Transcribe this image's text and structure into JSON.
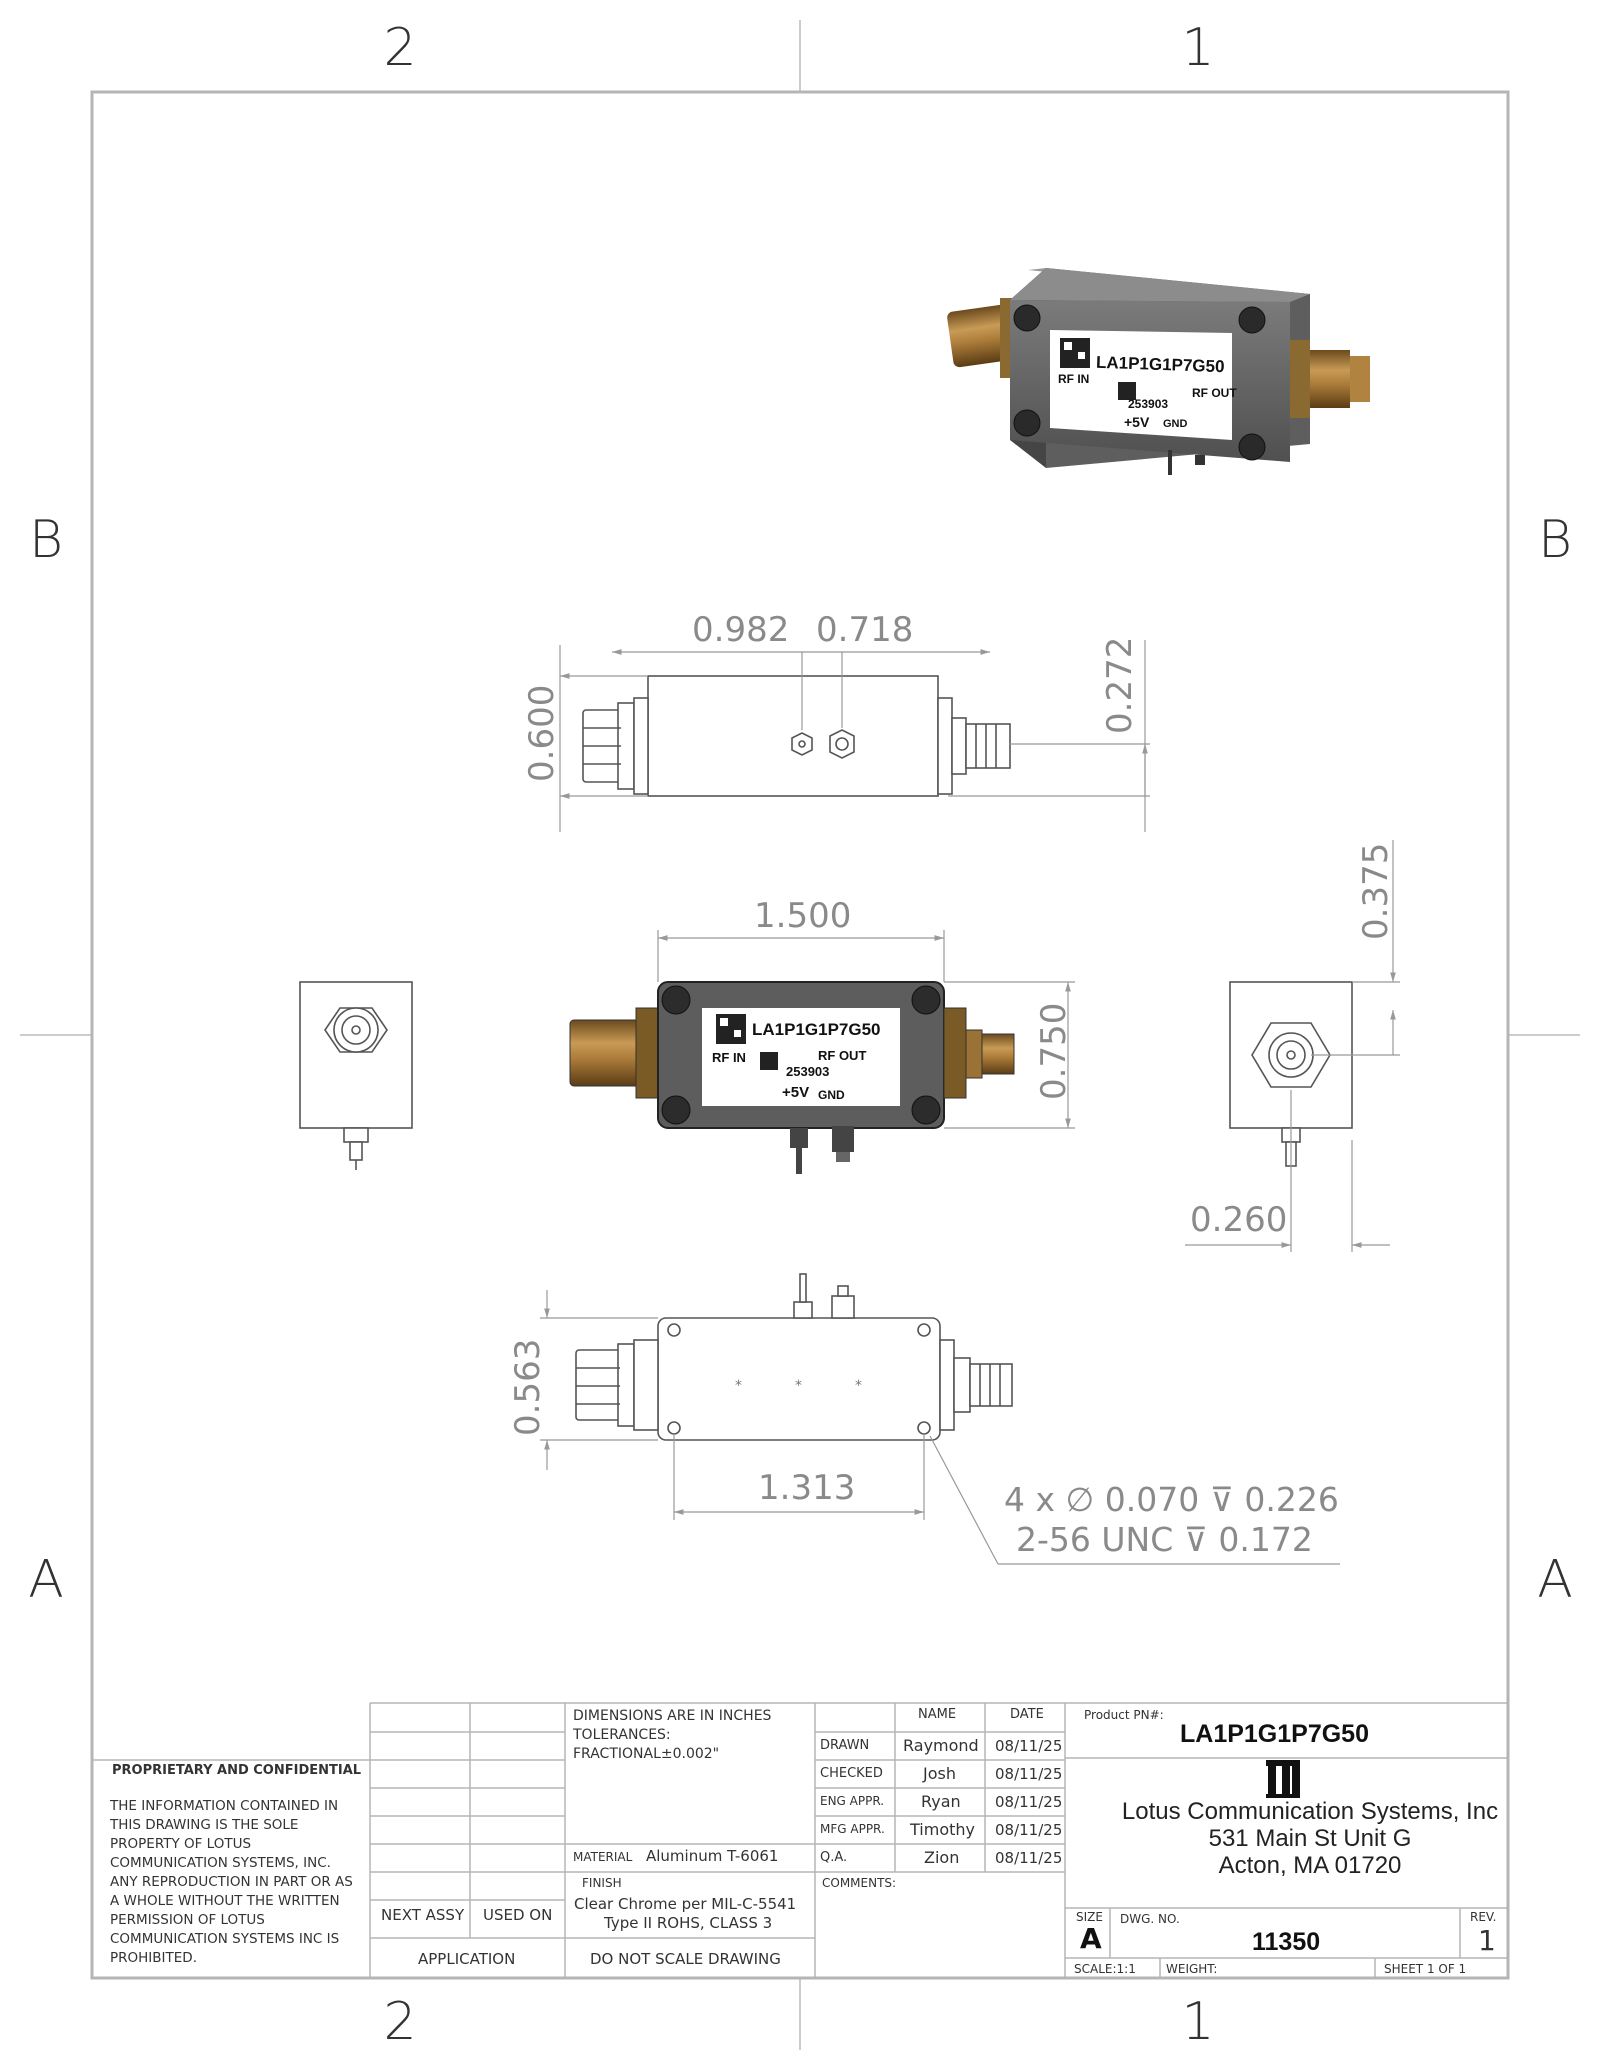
{
  "zones": {
    "top_left": "2",
    "top_right": "1",
    "bottom_left": "2",
    "bottom_right": "1",
    "left_upper": "B",
    "left_lower": "A",
    "right_upper": "B",
    "right_lower": "A"
  },
  "labels": {
    "part_number": "LA1P1G1P7G50",
    "rf_in": "RF IN",
    "rf_out": "RF OUT",
    "serial": "253903",
    "power": "+5V",
    "ground": "GND"
  },
  "dimensions": {
    "d0982": "0.982",
    "d0718": "0.718",
    "d0600": "0.600",
    "d0272": "0.272",
    "d1500": "1.500",
    "d0750": "0.750",
    "d0375": "0.375",
    "d0260": "0.260",
    "d0563": "0.563",
    "d1313": "1.313"
  },
  "hole_note": {
    "line1": "4 x ∅ 0.070 ⊽ 0.226",
    "line2": "2-56 UNC  ⊽ 0.172"
  },
  "proprietary": {
    "heading": "PROPRIETARY AND CONFIDENTIAL",
    "text": "THE INFORMATION CONTAINED IN THIS DRAWING IS THE SOLE PROPERTY OF LOTUS COMMUNICATION SYSTEMS, INC. ANY REPRODUCTION IN PART OR AS A WHOLE WITHOUT THE WRITTEN PERMISSION OF LOTUS COMMUNICATION SYSTEMS INC IS PROHIBITED."
  },
  "application": {
    "next_assy": "NEXT ASSY",
    "used_on": "USED ON",
    "label": "APPLICATION"
  },
  "specs": {
    "dims_line1": "DIMENSIONS ARE IN INCHES",
    "dims_line2": "TOLERANCES:",
    "dims_line3": "FRACTIONAL±0.002\"",
    "material_label": "MATERIAL",
    "material_value": "Aluminum T-6061",
    "finish_label": "FINISH",
    "finish_line1": "Clear Chrome per MIL-C-5541",
    "finish_line2": "Type II ROHS, CLASS 3",
    "do_not_scale": "DO NOT SCALE DRAWING"
  },
  "approvals": {
    "name_header": "NAME",
    "date_header": "DATE",
    "rows": [
      {
        "role": "DRAWN",
        "name": "Raymond",
        "date": "08/11/25"
      },
      {
        "role": "CHECKED",
        "name": "Josh",
        "date": "08/11/25"
      },
      {
        "role": "ENG APPR.",
        "name": "Ryan",
        "date": "08/11/25"
      },
      {
        "role": "MFG APPR.",
        "name": "Timothy",
        "date": "08/11/25"
      },
      {
        "role": "Q.A.",
        "name": "Zion",
        "date": "08/11/25"
      }
    ],
    "comments": "COMMENTS:"
  },
  "title_block": {
    "product_label": "Product PN#:",
    "product_value": "LA1P1G1P7G50",
    "company_line1": "Lotus Communication Systems, Inc",
    "company_line2": "531 Main St Unit G",
    "company_line3": "Acton, MA 01720",
    "size_label": "SIZE",
    "size_value": "A",
    "dwg_label": "DWG. NO.",
    "dwg_value": "11350",
    "rev_label": "REV.",
    "rev_value": "1",
    "scale": "SCALE:1:1",
    "weight": "WEIGHT:",
    "sheet": "SHEET 1 OF 1"
  }
}
